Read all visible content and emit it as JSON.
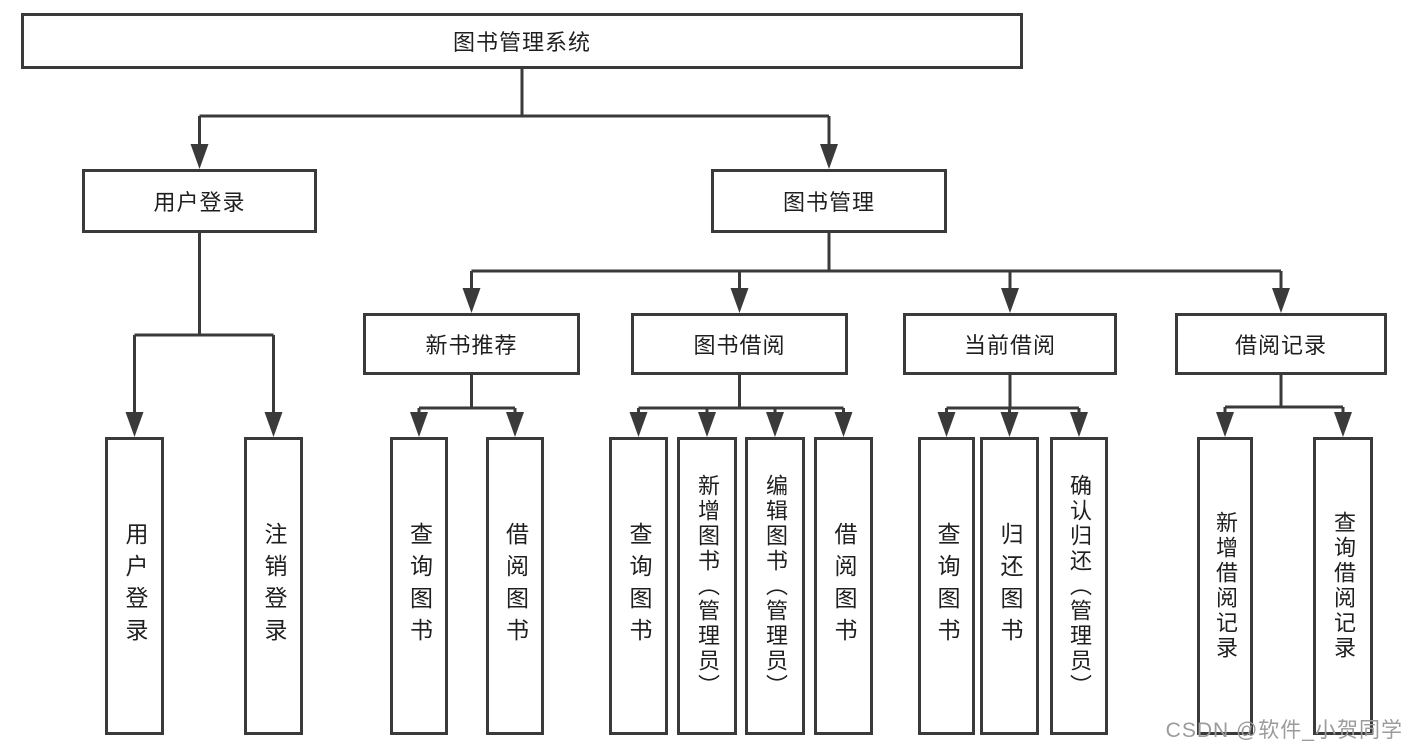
{
  "nodes": {
    "root": "图书管理系统",
    "level2": [
      "用户登录",
      "图书管理"
    ],
    "level3": [
      "新书推荐",
      "图书借阅",
      "当前借阅",
      "借阅记录"
    ],
    "leaves": {
      "userLogin": [
        "用户登录",
        "注销登录"
      ],
      "newBookRec": [
        "查询图书",
        "借阅图书"
      ],
      "bookBorrow": [
        "查询图书",
        "新增图书（管理员）",
        "编辑图书（管理员）",
        "借阅图书"
      ],
      "currentBorrow": [
        "查询图书",
        "归还图书",
        "确认归还（管理员）"
      ],
      "borrowRecords": [
        "新增借阅记录",
        "查询借阅记录"
      ]
    }
  },
  "watermark": {
    "text": "CSDN @软件_小贺同学"
  },
  "colors": {
    "line": "#3a3a3a",
    "text": "#1f1f1f",
    "watermark": "#9b9b9b",
    "background": "#ffffff"
  }
}
